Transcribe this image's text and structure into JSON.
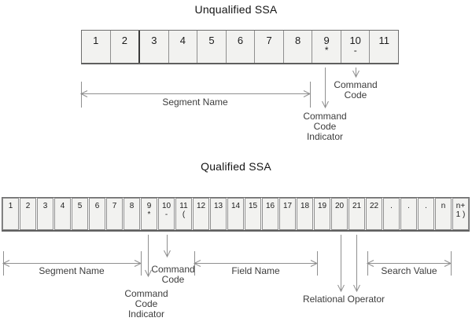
{
  "unqualified": {
    "title": "Unqualified SSA",
    "cells": [
      {
        "num": "1",
        "sym": ""
      },
      {
        "num": "2",
        "sym": ""
      },
      {
        "num": "3",
        "sym": ""
      },
      {
        "num": "4",
        "sym": ""
      },
      {
        "num": "5",
        "sym": ""
      },
      {
        "num": "6",
        "sym": ""
      },
      {
        "num": "7",
        "sym": ""
      },
      {
        "num": "8",
        "sym": ""
      },
      {
        "num": "9",
        "sym": "*"
      },
      {
        "num": "10",
        "sym": "-"
      },
      {
        "num": "11",
        "sym": ""
      }
    ],
    "labels": {
      "segment_name": "Segment Name",
      "command_code": [
        "Command",
        "Code"
      ],
      "command_code_indicator": [
        "Command",
        "Code",
        "Indicator"
      ]
    }
  },
  "qualified": {
    "title": "Qualified SSA",
    "cells": [
      {
        "num": "1",
        "sym": ""
      },
      {
        "num": "2",
        "sym": ""
      },
      {
        "num": "3",
        "sym": ""
      },
      {
        "num": "4",
        "sym": ""
      },
      {
        "num": "5",
        "sym": ""
      },
      {
        "num": "6",
        "sym": ""
      },
      {
        "num": "7",
        "sym": ""
      },
      {
        "num": "8",
        "sym": ""
      },
      {
        "num": "9",
        "sym": "*"
      },
      {
        "num": "10",
        "sym": "-"
      },
      {
        "num": "11",
        "sym": "("
      },
      {
        "num": "12",
        "sym": ""
      },
      {
        "num": "13",
        "sym": ""
      },
      {
        "num": "14",
        "sym": ""
      },
      {
        "num": "15",
        "sym": ""
      },
      {
        "num": "16",
        "sym": ""
      },
      {
        "num": "17",
        "sym": ""
      },
      {
        "num": "18",
        "sym": ""
      },
      {
        "num": "19",
        "sym": ""
      },
      {
        "num": "20",
        "sym": ""
      },
      {
        "num": "21",
        "sym": ""
      },
      {
        "num": "22",
        "sym": ""
      },
      {
        "num": ".",
        "sym": ""
      },
      {
        "num": ".",
        "sym": ""
      },
      {
        "num": ".",
        "sym": ""
      },
      {
        "num": "n",
        "sym": ""
      },
      {
        "num": "n+",
        "sym": "1 )"
      }
    ],
    "labels": {
      "segment_name": "Segment Name",
      "command_code": [
        "Command",
        "Code"
      ],
      "command_code_indicator": [
        "Command",
        "Code",
        "Indicator"
      ],
      "field_name": "Field Name",
      "relational_operator": "Relational Operator",
      "search_value": "Search Value"
    }
  }
}
